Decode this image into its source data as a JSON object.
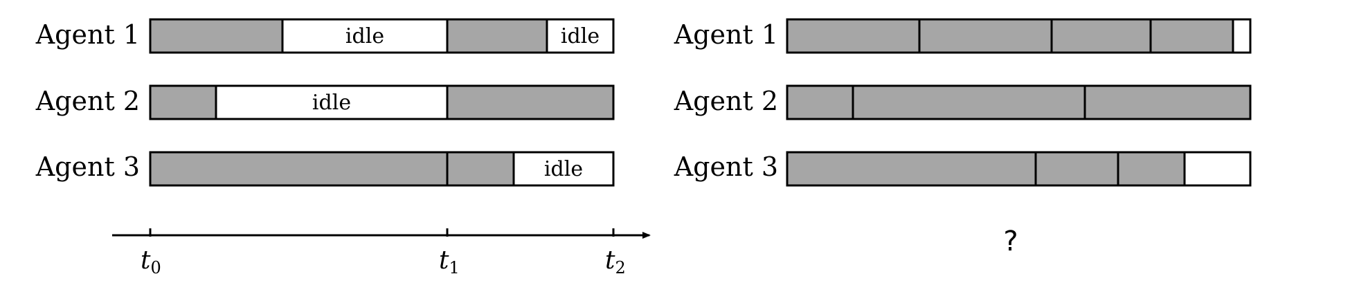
{
  "colors": {
    "busy": "#a6a6a6",
    "idle": "#ffffff",
    "stroke": "#000000"
  },
  "left": {
    "time_axis": {
      "ticks": [
        {
          "label": "t",
          "sub": "0"
        },
        {
          "label": "t",
          "sub": "1"
        },
        {
          "label": "t",
          "sub": "2"
        }
      ]
    },
    "agents": [
      {
        "label": "Agent 1",
        "segments": [
          {
            "state": "busy",
            "label": ""
          },
          {
            "state": "idle",
            "label": "idle"
          },
          {
            "state": "busy",
            "label": ""
          },
          {
            "state": "idle",
            "label": "idle"
          }
        ]
      },
      {
        "label": "Agent 2",
        "segments": [
          {
            "state": "busy",
            "label": ""
          },
          {
            "state": "idle",
            "label": "idle"
          },
          {
            "state": "busy",
            "label": ""
          }
        ]
      },
      {
        "label": "Agent 3",
        "segments": [
          {
            "state": "busy",
            "label": ""
          },
          {
            "state": "busy",
            "label": ""
          },
          {
            "state": "idle",
            "label": "idle"
          }
        ]
      }
    ]
  },
  "right": {
    "question": "?",
    "agents": [
      {
        "label": "Agent 1",
        "segments": [
          {
            "state": "busy"
          },
          {
            "state": "busy"
          },
          {
            "state": "busy"
          },
          {
            "state": "busy"
          },
          {
            "state": "idle"
          }
        ]
      },
      {
        "label": "Agent 2",
        "segments": [
          {
            "state": "busy"
          },
          {
            "state": "busy"
          },
          {
            "state": "busy"
          }
        ]
      },
      {
        "label": "Agent 3",
        "segments": [
          {
            "state": "busy"
          },
          {
            "state": "busy"
          },
          {
            "state": "busy"
          },
          {
            "state": "idle"
          }
        ]
      }
    ]
  }
}
